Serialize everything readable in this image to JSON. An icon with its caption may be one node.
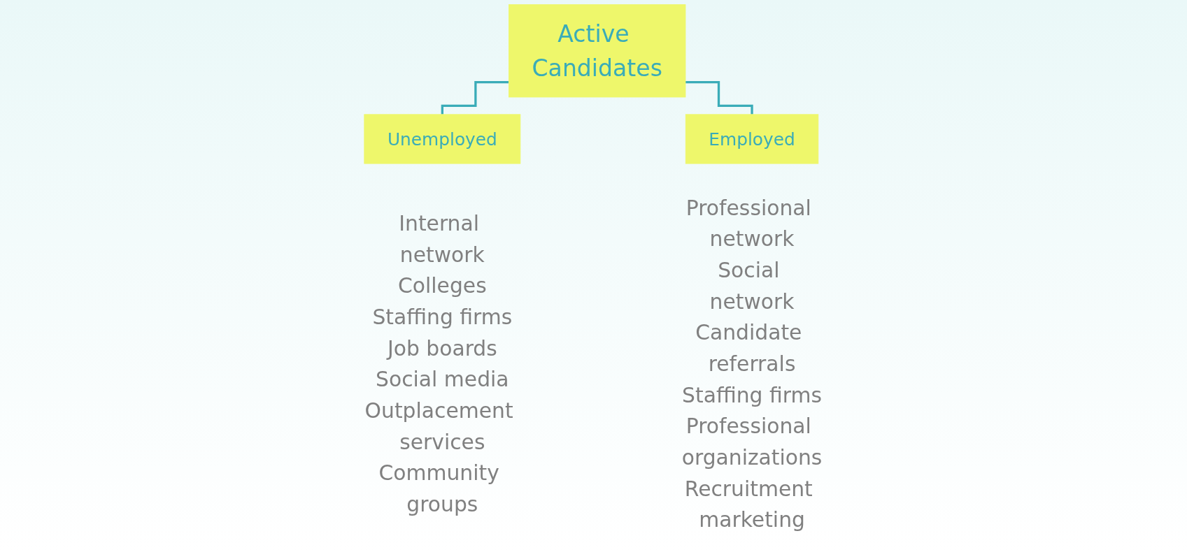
{
  "diagram": {
    "nodes": [
      {
        "text": [
          "Active Candidates"
        ]
      },
      {
        "text": [
          "Unemployed"
        ],
        "beside": [
          "Internal network",
          "Colleges",
          "Staffing firms",
          "Job boards",
          "Social media",
          "Outplacement services",
          "Community groups"
        ]
      },
      {
        "text": [
          "Employed"
        ],
        "beside": [
          "Professional network",
          "Social network",
          "Candidate referrals",
          "Staffing firms",
          "Professional organizations",
          "Recruitment marketing"
        ]
      }
    ],
    "edges": [
      {
        "from": 0,
        "to": 1,
        "arrow": "none"
      },
      {
        "from": 0,
        "to": 2,
        "arrow": "none"
      }
    ]
  }
}
